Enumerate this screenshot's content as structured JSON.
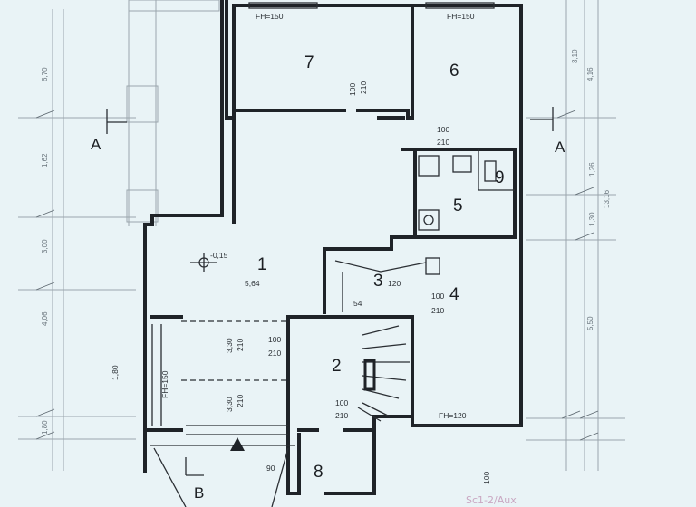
{
  "rooms": [
    {
      "id": "1",
      "label": "1"
    },
    {
      "id": "2",
      "label": "2"
    },
    {
      "id": "3",
      "label": "3"
    },
    {
      "id": "4",
      "label": "4"
    },
    {
      "id": "5",
      "label": "5"
    },
    {
      "id": "6",
      "label": "6"
    },
    {
      "id": "7",
      "label": "7"
    },
    {
      "id": "8",
      "label": "8"
    },
    {
      "id": "9",
      "label": "9"
    }
  ],
  "sections": {
    "a_left": "A",
    "a_right": "A",
    "b": "B"
  },
  "annotations": {
    "fh150_top_left": "FH=150",
    "fh150_top_right": "FH=150",
    "door_7_num": "100",
    "door_7_den": "210",
    "door_5_num": "100",
    "door_5_den": "210",
    "level_mark": "-0,15",
    "span_1": "5,64",
    "stair_3": "54",
    "dim_120": "120",
    "door_4_num": "100",
    "door_4_den": "210",
    "door_2_num": "100",
    "door_2_den": "210",
    "win_330_210_a": "3,30",
    "win_330_210_b": "210",
    "fh150_left": "FH=150",
    "fh120_bottom": "FH=120",
    "door_8_num": "100",
    "door_8_den": "210",
    "door_90": "90",
    "win_330b_a": "3,30",
    "win_330b_b": "210",
    "dim_180_190": "1,80",
    "dim_100_200": "100"
  },
  "dimensions_left": [
    "6,70",
    "1,62",
    "3,00",
    "4,06",
    "1,80"
  ],
  "dimensions_right": [
    "3,10",
    "4,16",
    "1,26",
    "1,30",
    "13,16",
    "5,50"
  ],
  "stamp": "Sc1-2/Aux"
}
